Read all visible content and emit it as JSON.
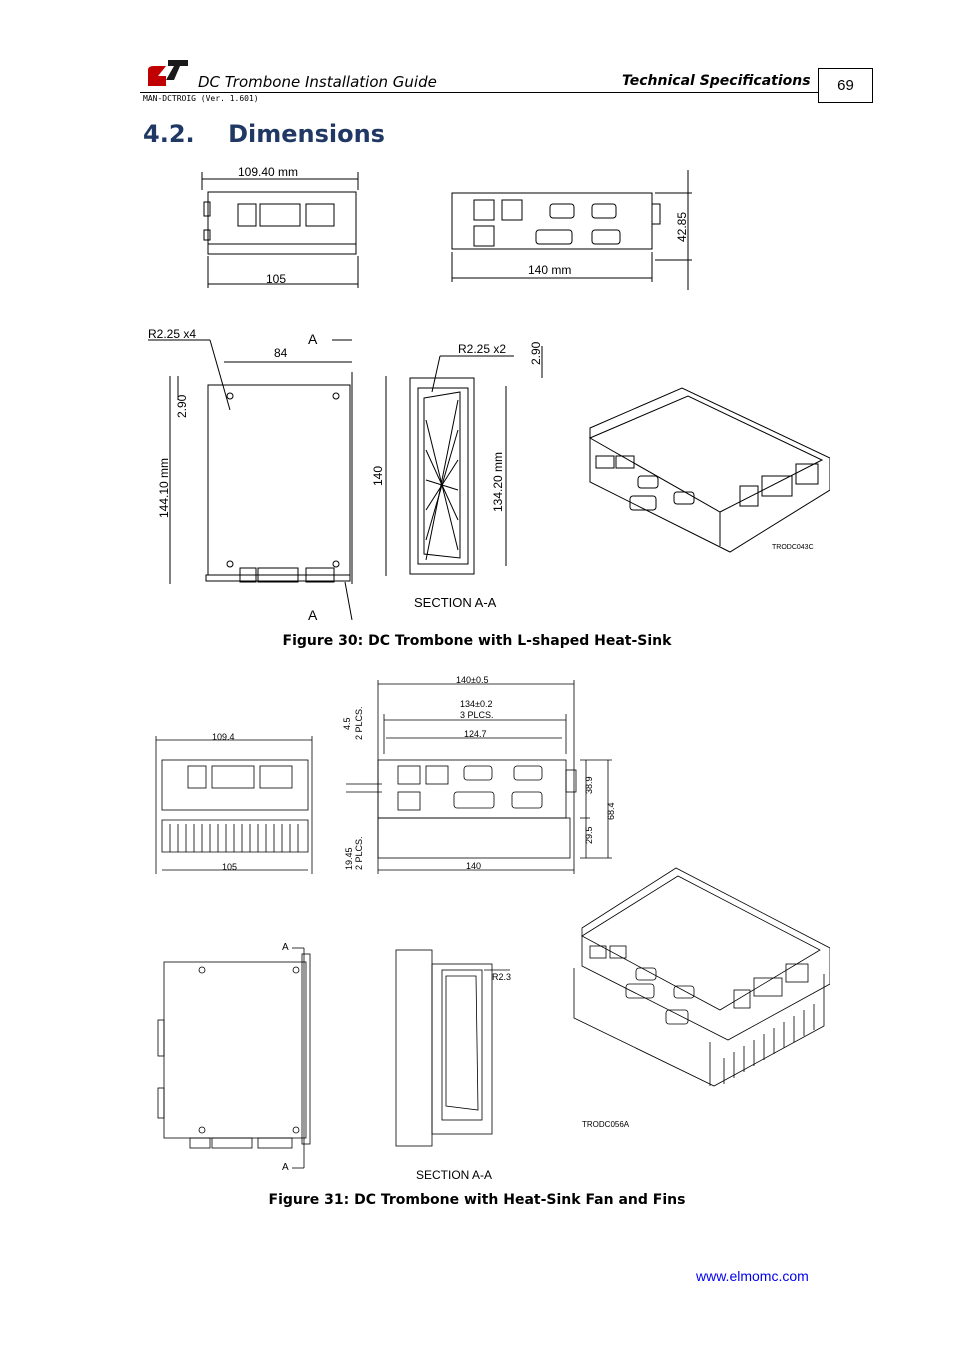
{
  "header": {
    "title": "DC Trombone Installation Guide",
    "version": "MAN-DCTROIG (Ver. 1.601)",
    "section": "Technical Specifications",
    "page_number": "69"
  },
  "heading": {
    "number": "4.2.",
    "text": "Dimensions"
  },
  "figure30": {
    "caption": "Figure 30: DC Trombone with L-shaped Heat-Sink",
    "dims": {
      "w_top": "109.40 mm",
      "w_bottom": "105",
      "front_width": "140 mm",
      "front_height": "42.85",
      "r_x4": "R2.25 x4",
      "d84": "84",
      "A_top": "A",
      "A_bottom": "A",
      "d290": "2.90",
      "d14410": "144.10 mm",
      "d140": "140",
      "r_x2": "R2.25 x2",
      "d290b": "2.90",
      "d13420": "134.20 mm",
      "section": "SECTION A-A",
      "code": "TRODC043C"
    }
  },
  "figure31": {
    "caption": "Figure 31: DC Trombone with Heat-Sink Fan and Fins",
    "dims": {
      "d1094": "109.4",
      "d105": "105",
      "d140tol": "140±0.5",
      "d134tol": "134±0.2",
      "plcs3": "3 PLCS.",
      "d1247": "124.7",
      "d45": "4.5",
      "plcs2a": "2 PLCS.",
      "d1945": "19.45",
      "plcs2b": "2 PLCS.",
      "d140b": "140",
      "d389": "38.9",
      "d295": "29.5",
      "d684": "68.4",
      "A_top": "A",
      "A_bottom": "A",
      "r23": "R2.3",
      "section": "SECTION A-A",
      "code": "TRODC056A"
    }
  },
  "footer": {
    "url": "www.elmomc.com"
  }
}
